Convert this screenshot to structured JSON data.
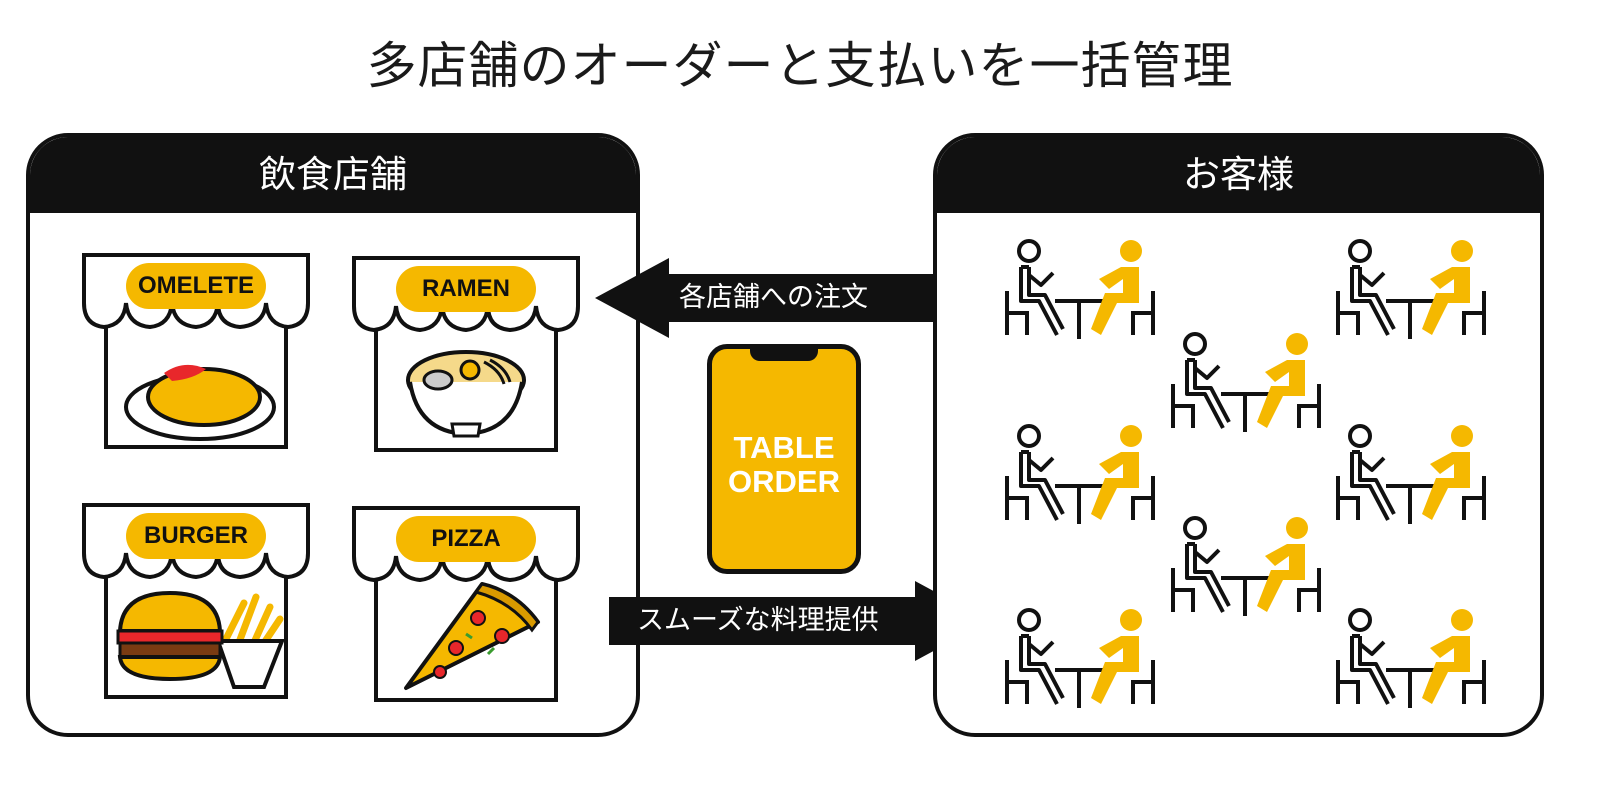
{
  "title": "多店舗のオーダーと支払いを一括管理",
  "restaurant_panel": {
    "header": "飲食店舗",
    "shops": [
      {
        "label": "OMELETE",
        "icon": "omelette-icon"
      },
      {
        "label": "RAMEN",
        "icon": "ramen-icon"
      },
      {
        "label": "BURGER",
        "icon": "burger-icon"
      },
      {
        "label": "PIZZA",
        "icon": "pizza-icon"
      }
    ]
  },
  "customer_panel": {
    "header": "お客様",
    "table_count": 8
  },
  "arrows": {
    "order": "各店舗への注文",
    "serve": "スムーズな料理提供"
  },
  "phone": {
    "line1": "TABLE",
    "line2": "ORDER"
  },
  "colors": {
    "accent": "#f5b800",
    "dark": "#111111",
    "background": "#ffffff"
  }
}
